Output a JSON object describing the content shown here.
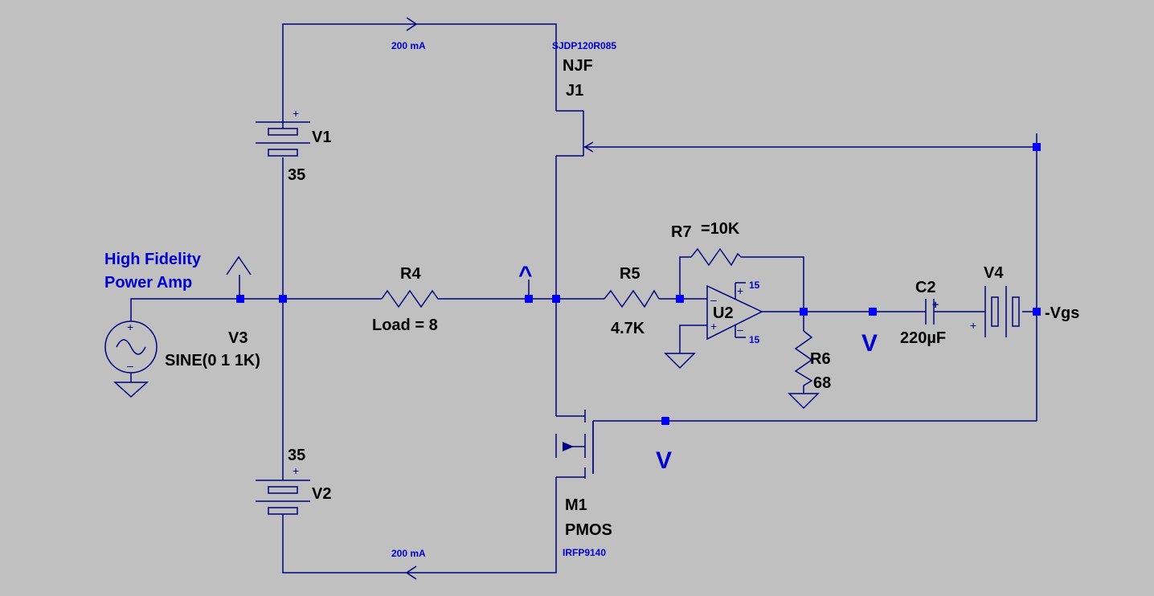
{
  "title": {
    "line1": "High Fidelity",
    "line2": "Power Amp"
  },
  "currents": {
    "top": "200 mA",
    "bottom": "200 mA"
  },
  "components": {
    "V1": {
      "name": "V1",
      "value": "35"
    },
    "V2": {
      "name": "V2",
      "value": "35"
    },
    "V3": {
      "name": "V3",
      "value": "SINE(0 1 1K)"
    },
    "V4": {
      "name": "V4"
    },
    "R4": {
      "name": "R4",
      "value": "Load = 8"
    },
    "R5": {
      "name": "R5",
      "value": "4.7K"
    },
    "R6": {
      "name": "R6",
      "value": "68"
    },
    "R7": {
      "name": "R7",
      "value": "=10K"
    },
    "C2": {
      "name": "C2",
      "value": "220µF"
    },
    "U2": {
      "name": "U2",
      "vplus": "15",
      "vminus": "15"
    },
    "J1": {
      "name": "J1",
      "type": "NJF",
      "model": "SJDP120R085"
    },
    "M1": {
      "name": "M1",
      "type": "PMOS",
      "model": "IRFP9140"
    }
  },
  "nets": {
    "vgs": "-Vgs"
  },
  "probes": {
    "up1": "^",
    "up2": "^",
    "v1": "V",
    "v2": "V"
  },
  "symbols": {
    "plus": "+",
    "minus": "–"
  },
  "colors": {
    "background": "#c0c0c0",
    "wire": "#000080",
    "label": "#000000",
    "annotation": "#0000cc",
    "junction": "#0000ff"
  }
}
